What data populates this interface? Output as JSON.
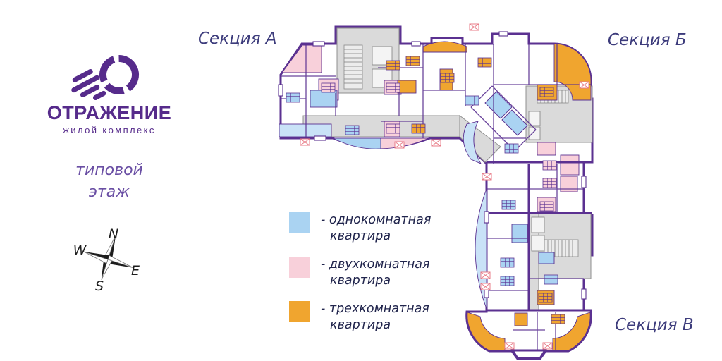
{
  "logo": {
    "title": "ОТРАЖЕНИЕ",
    "subtitle": "жилой комплекс"
  },
  "floor_label": {
    "line1": "типовой",
    "line2": "этаж"
  },
  "sections": {
    "a": "Секция А",
    "b": "Секция Б",
    "v": "Секция В"
  },
  "compass": {
    "north": "N",
    "west": "W",
    "east": "E",
    "south": "S"
  },
  "legend": {
    "items": [
      {
        "type": "one_room",
        "swatch": "#aad3f2",
        "line1": "- однокомнатная",
        "line2": "квартира"
      },
      {
        "type": "two_room",
        "swatch": "#f8d0da",
        "line1": "- двухкомнатная",
        "line2": "квартира"
      },
      {
        "type": "three_room",
        "swatch": "#f0a52f",
        "line1": "- трехкомнатная",
        "line2": "квартира"
      }
    ]
  },
  "colors": {
    "wall": "#5b3191",
    "one_room": "#aad3f2",
    "one_room_light": "#c9e2f7",
    "two_room": "#f8d0da",
    "three_room": "#f0a52f",
    "gray_core": "#dadada",
    "gray_stroke": "#8f8f8f",
    "logo": "#562b8b",
    "heading": "#3d3c7c",
    "legend_text": "#20244c",
    "floor_text": "#6a4fa4",
    "marker": "#e87c88",
    "background": "#ffffff"
  }
}
